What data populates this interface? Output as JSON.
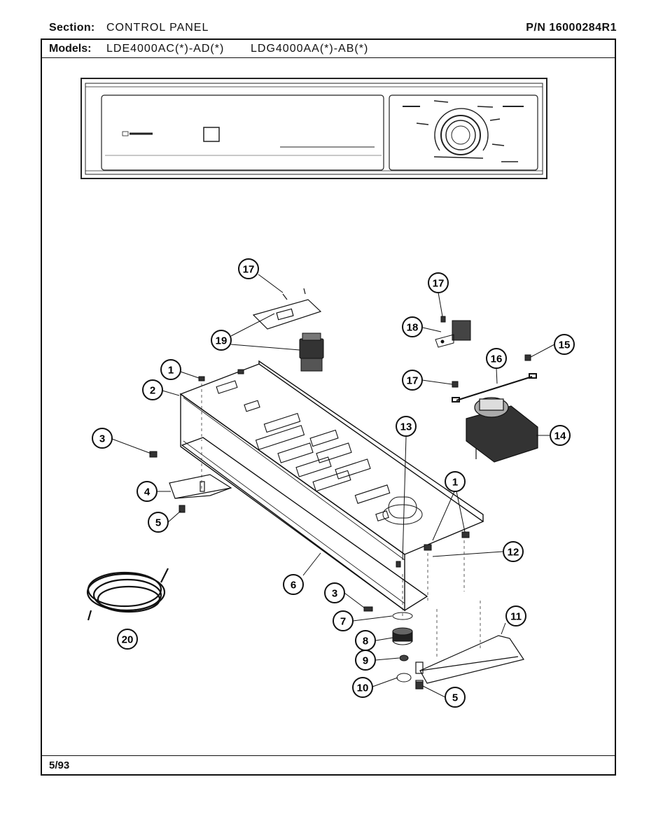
{
  "header": {
    "section_label": "Section:",
    "section_value": "CONTROL PANEL",
    "part_number": "P/N 16000284R1"
  },
  "models": {
    "label": "Models:",
    "group1": "LDE4000AC(*)-AD(*)",
    "group2": "LDG4000AA(*)-AB(*)"
  },
  "footer": {
    "date_code": "5/93"
  },
  "callouts": [
    "17",
    "19",
    "1",
    "2",
    "3",
    "4",
    "5",
    "17",
    "18",
    "16",
    "15",
    "17",
    "13",
    "14",
    "1",
    "12",
    "6",
    "3",
    "7",
    "8",
    "9",
    "10",
    "11",
    "5",
    "20"
  ]
}
